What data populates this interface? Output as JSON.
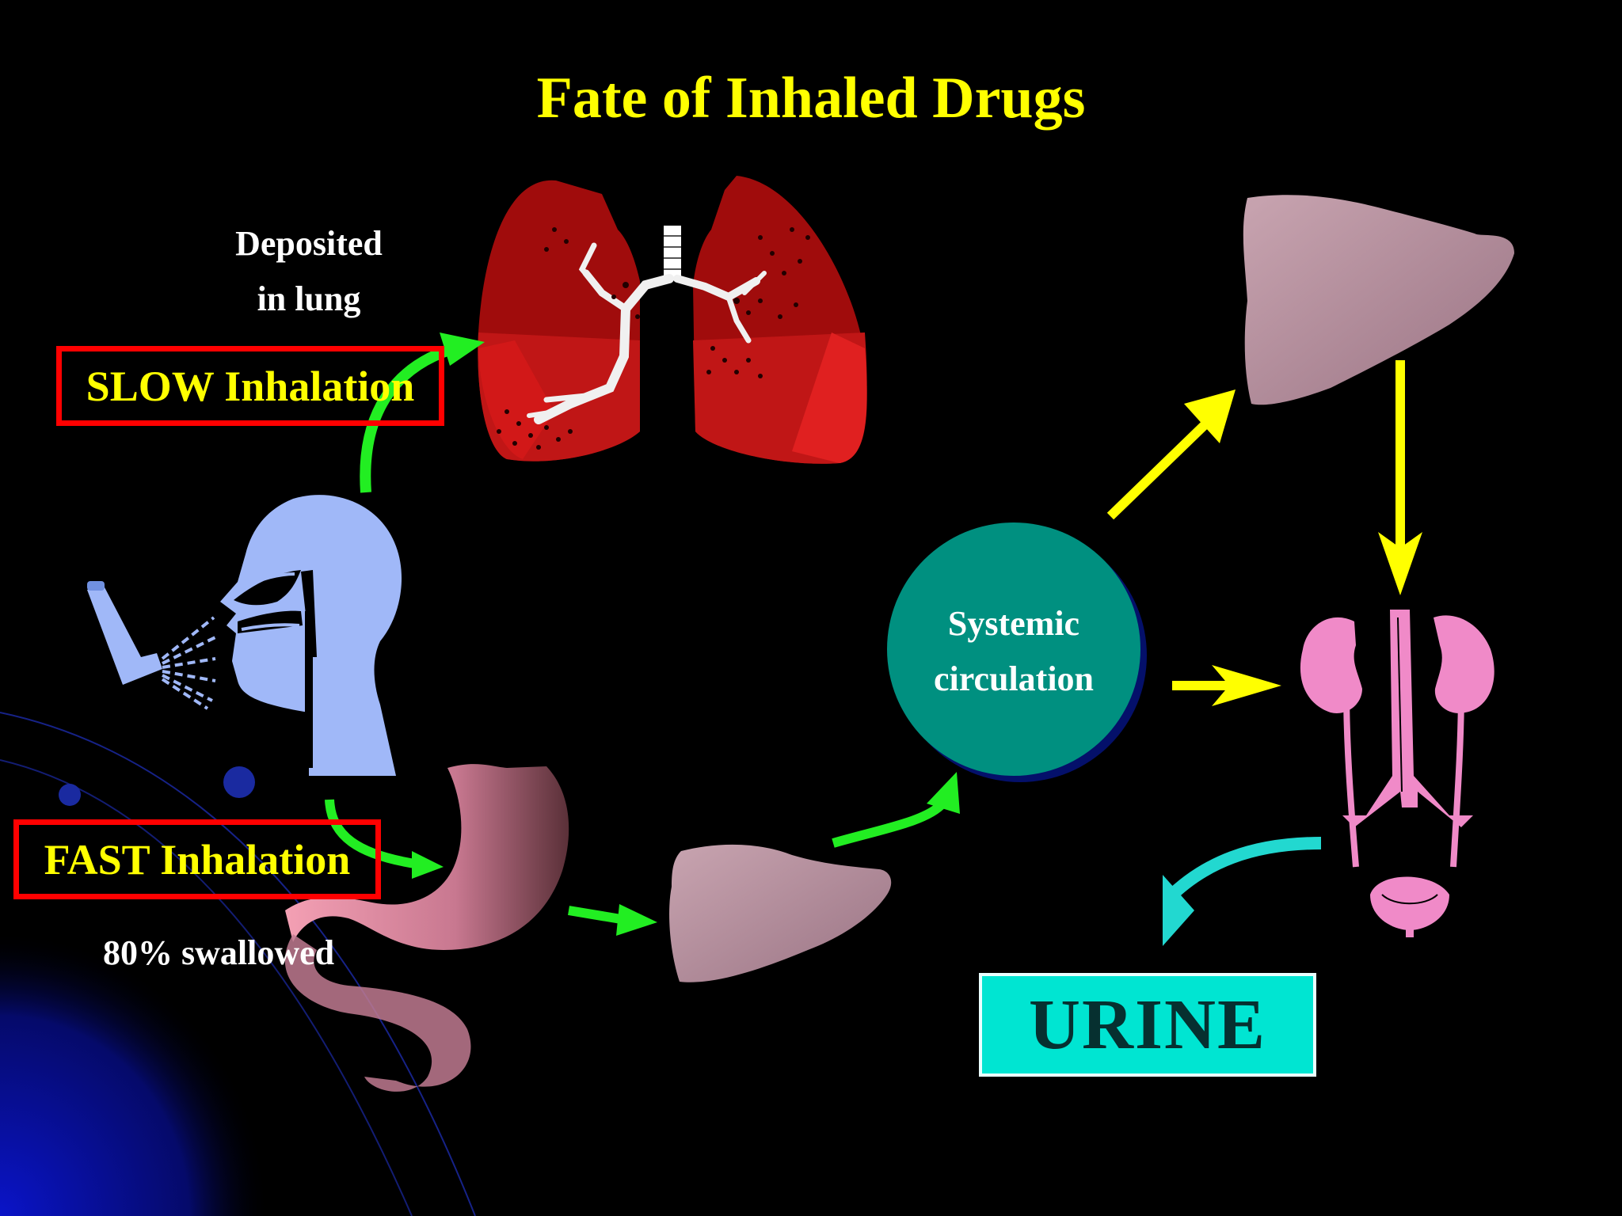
{
  "title": "Fate of Inhaled Drugs",
  "deposited": {
    "line1": "Deposited",
    "line2": "in lung"
  },
  "slow_label": "SLOW Inhalation",
  "fast_label": "FAST Inhalation",
  "swallowed_label": "80% swallowed",
  "systemic": {
    "line1": "Systemic",
    "line2": "circulation"
  },
  "urine_label": "URINE",
  "colors": {
    "title": "#ffff00",
    "box_border": "#ff0000",
    "green_arrow": "#22ee22",
    "yellow_arrow": "#ffff00",
    "cyan_arrow": "#22d8d0",
    "circle": "#009080",
    "urine_box": "#00e5d2",
    "lung": "#b01010",
    "liver": "#b08a98",
    "head": "#a0b8f8",
    "kidney": "#f08ac8",
    "stomach": "#e08aa0"
  },
  "icons": [
    "inhaler-icon",
    "head-icon",
    "lungs-icon",
    "stomach-icon",
    "liver-icon",
    "kidney-icon"
  ]
}
